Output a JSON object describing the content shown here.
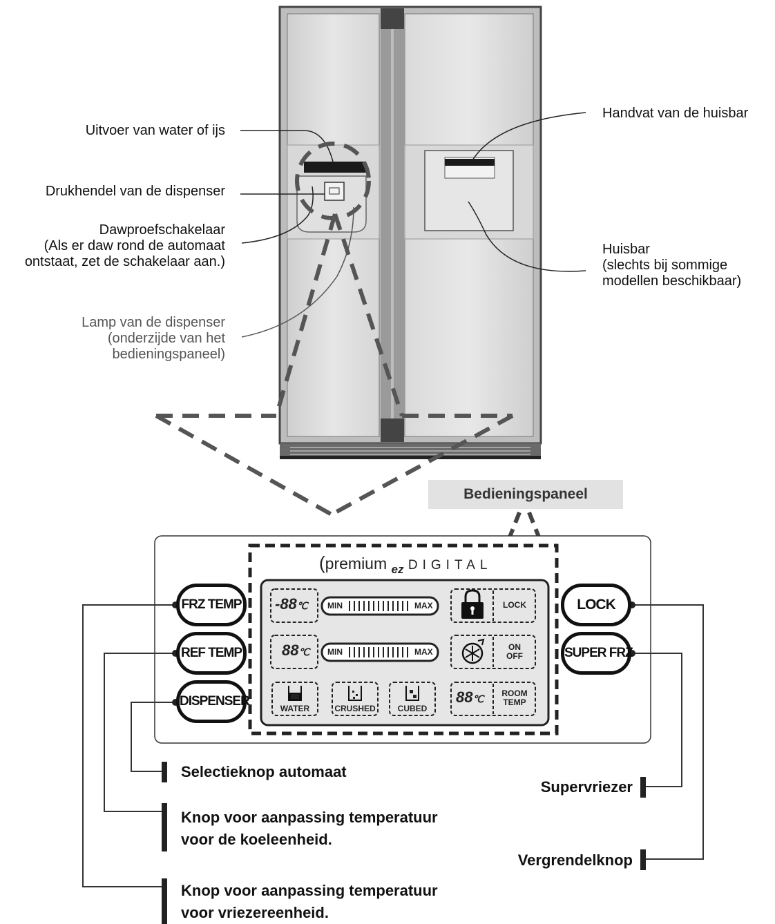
{
  "callouts_left": {
    "water_ice_outlet": "Uitvoer van water of ijs",
    "dispenser_lever": "Drukhendel van de dispenser",
    "dew_switch": [
      "Dawproefschakelaar",
      "(Als er daw rond de automaat",
      "ontstaat, zet de schakelaar aan.)"
    ],
    "dispenser_lamp": [
      "Lamp van de dispenser",
      "(onderzijde van het",
      "bedieningspaneel)"
    ]
  },
  "callouts_right": {
    "homebar_handle": "Handvat van de huisbar",
    "homebar": [
      "Huisbar",
      "(slechts bij sommige",
      "modellen beschikbaar)"
    ]
  },
  "panel_title": "Bedieningspaneel",
  "display": {
    "brand_premium": "premium",
    "brand_ez": "ez",
    "brand_digital": "DIGITAL",
    "frz_digits": "-88",
    "ref_digits": "88",
    "room_digits": "88",
    "unit": "℃",
    "min": "MIN",
    "max": "MAX",
    "lock": "LOCK",
    "on": "ON",
    "off": "OFF",
    "room": "ROOM",
    "temp": "TEMP",
    "water": "WATER",
    "crushed": "CRUSHED",
    "cubed": "CUBED"
  },
  "buttons": {
    "frz_temp": "FRZ TEMP",
    "ref_temp": "REF TEMP",
    "dispenser": "DISPENSER",
    "lock": "LOCK",
    "super_frz": "SUPER FRZ"
  },
  "button_descriptions": {
    "dispenser_select": "Selectieknop automaat",
    "ref_adjust": [
      "Knop voor aanpassing temperatuur",
      "voor de koeleenheid."
    ],
    "frz_adjust": [
      "Knop voor aanpassing temperatuur",
      "voor vriezereenheid."
    ],
    "super_freezer": "Supervriezer",
    "lock_button": "Vergrendelknop"
  },
  "colors": {
    "line": "#111111",
    "dash": "#555555",
    "fridge_body": "#e2e2e2",
    "panel_bg": "#e6e6e6"
  }
}
